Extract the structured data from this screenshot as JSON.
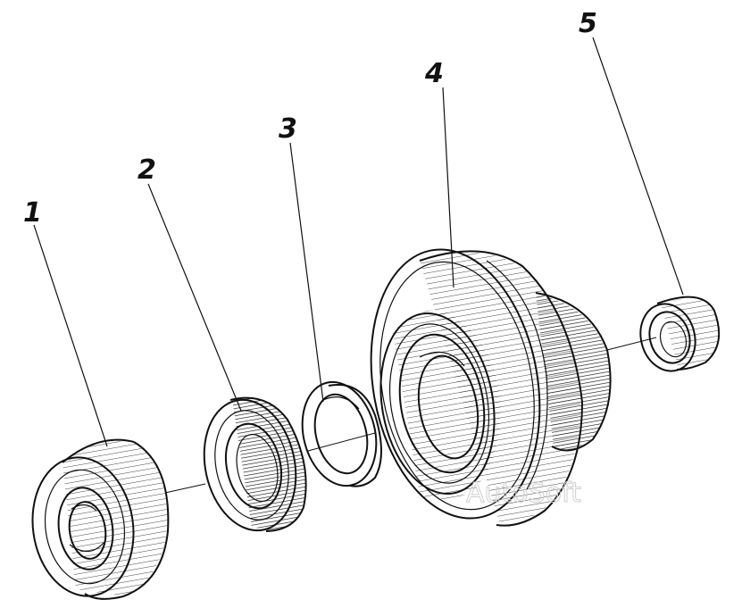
{
  "callouts": [
    {
      "id": "1",
      "label": "1"
    },
    {
      "id": "2",
      "label": "2"
    },
    {
      "id": "3",
      "label": "3"
    },
    {
      "id": "4",
      "label": "4"
    },
    {
      "id": "5",
      "label": "5"
    }
  ],
  "watermark": "AutoSoft"
}
